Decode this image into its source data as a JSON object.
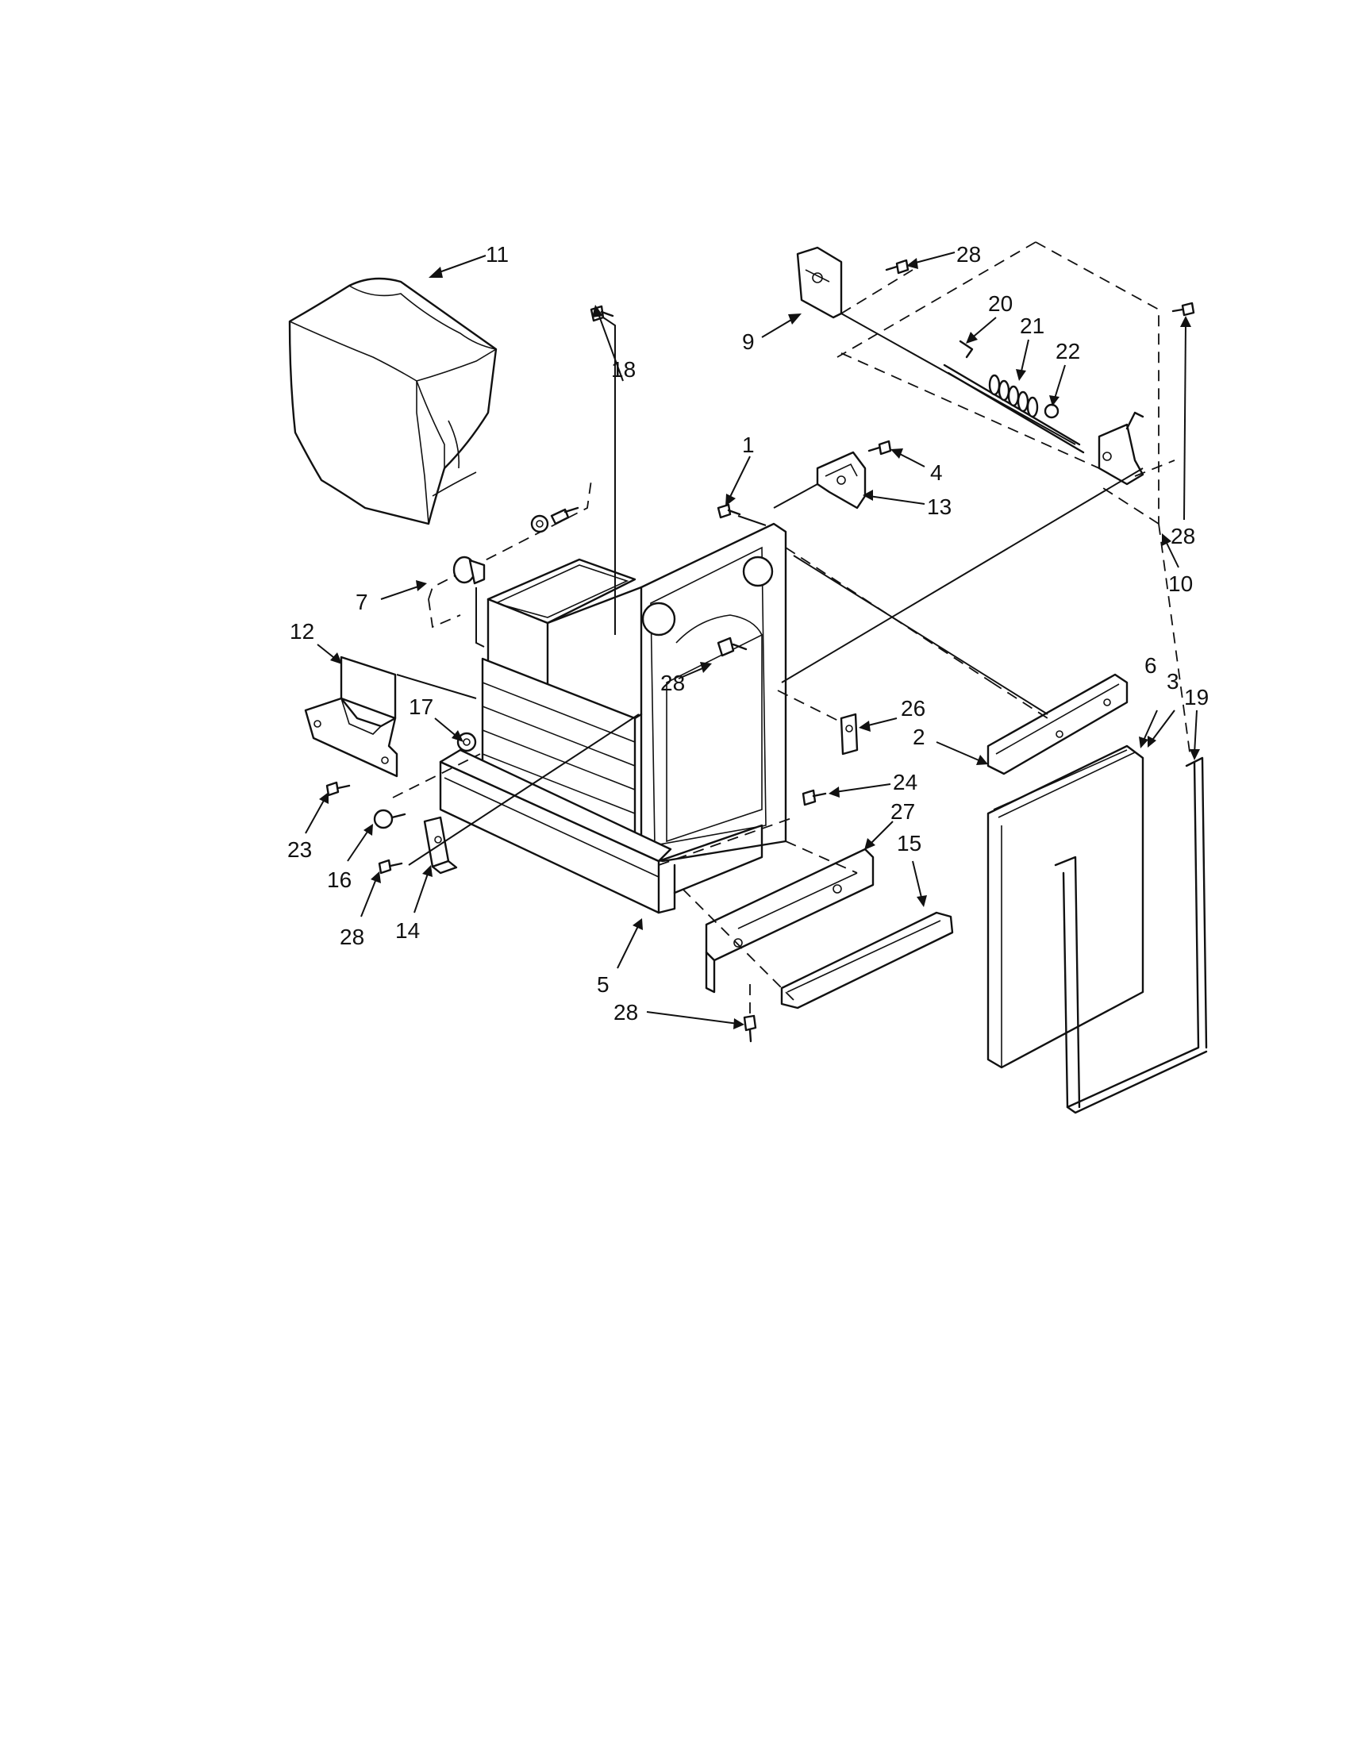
{
  "diagram": {
    "callouts": [
      {
        "id": "c11",
        "text": "11"
      },
      {
        "id": "c18",
        "text": "18"
      },
      {
        "id": "c1",
        "text": "1"
      },
      {
        "id": "c28a",
        "text": "28"
      },
      {
        "id": "c9",
        "text": "9"
      },
      {
        "id": "c20",
        "text": "20"
      },
      {
        "id": "c21",
        "text": "21"
      },
      {
        "id": "c22",
        "text": "22"
      },
      {
        "id": "c4",
        "text": "4"
      },
      {
        "id": "c13",
        "text": "13"
      },
      {
        "id": "c28b",
        "text": "28"
      },
      {
        "id": "c10",
        "text": "10"
      },
      {
        "id": "c7",
        "text": "7"
      },
      {
        "id": "c12",
        "text": "12"
      },
      {
        "id": "c28c",
        "text": "28"
      },
      {
        "id": "c17",
        "text": "17"
      },
      {
        "id": "c26",
        "text": "26"
      },
      {
        "id": "c2",
        "text": "2"
      },
      {
        "id": "c6",
        "text": "6"
      },
      {
        "id": "c3",
        "text": "3"
      },
      {
        "id": "c19",
        "text": "19"
      },
      {
        "id": "c24",
        "text": "24"
      },
      {
        "id": "c27",
        "text": "27"
      },
      {
        "id": "c15",
        "text": "15"
      },
      {
        "id": "c23",
        "text": "23"
      },
      {
        "id": "c16",
        "text": "16"
      },
      {
        "id": "c28d",
        "text": "28"
      },
      {
        "id": "c14",
        "text": "14"
      },
      {
        "id": "c5",
        "text": "5"
      },
      {
        "id": "c28e",
        "text": "28"
      }
    ]
  }
}
